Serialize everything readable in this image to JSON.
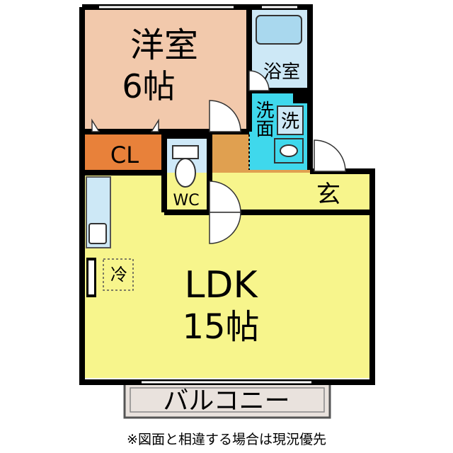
{
  "rooms": {
    "western": {
      "name": "洋室",
      "size": "6帖"
    },
    "closet": "CL",
    "bath": "浴室",
    "washroom": "洗面",
    "washer": "洗",
    "toilet": "WC",
    "entrance": "玄",
    "ldk": {
      "name": "LDK",
      "size": "15帖"
    },
    "fridge": "冷",
    "balcony": "バルコニー"
  },
  "note": "※図面と相違する場合は現況優先",
  "colors": {
    "western": "#f2c9ac",
    "closet": "#e8813a",
    "bath": "#cde8f6",
    "washroom": "#3fd8ec",
    "toilet": "#cfe9f8",
    "hall": "#e0a050",
    "entrance": "#c0c0c0",
    "ldk": "#f7f58c",
    "balcony": "#e9e2dd",
    "wall": "#000000"
  }
}
